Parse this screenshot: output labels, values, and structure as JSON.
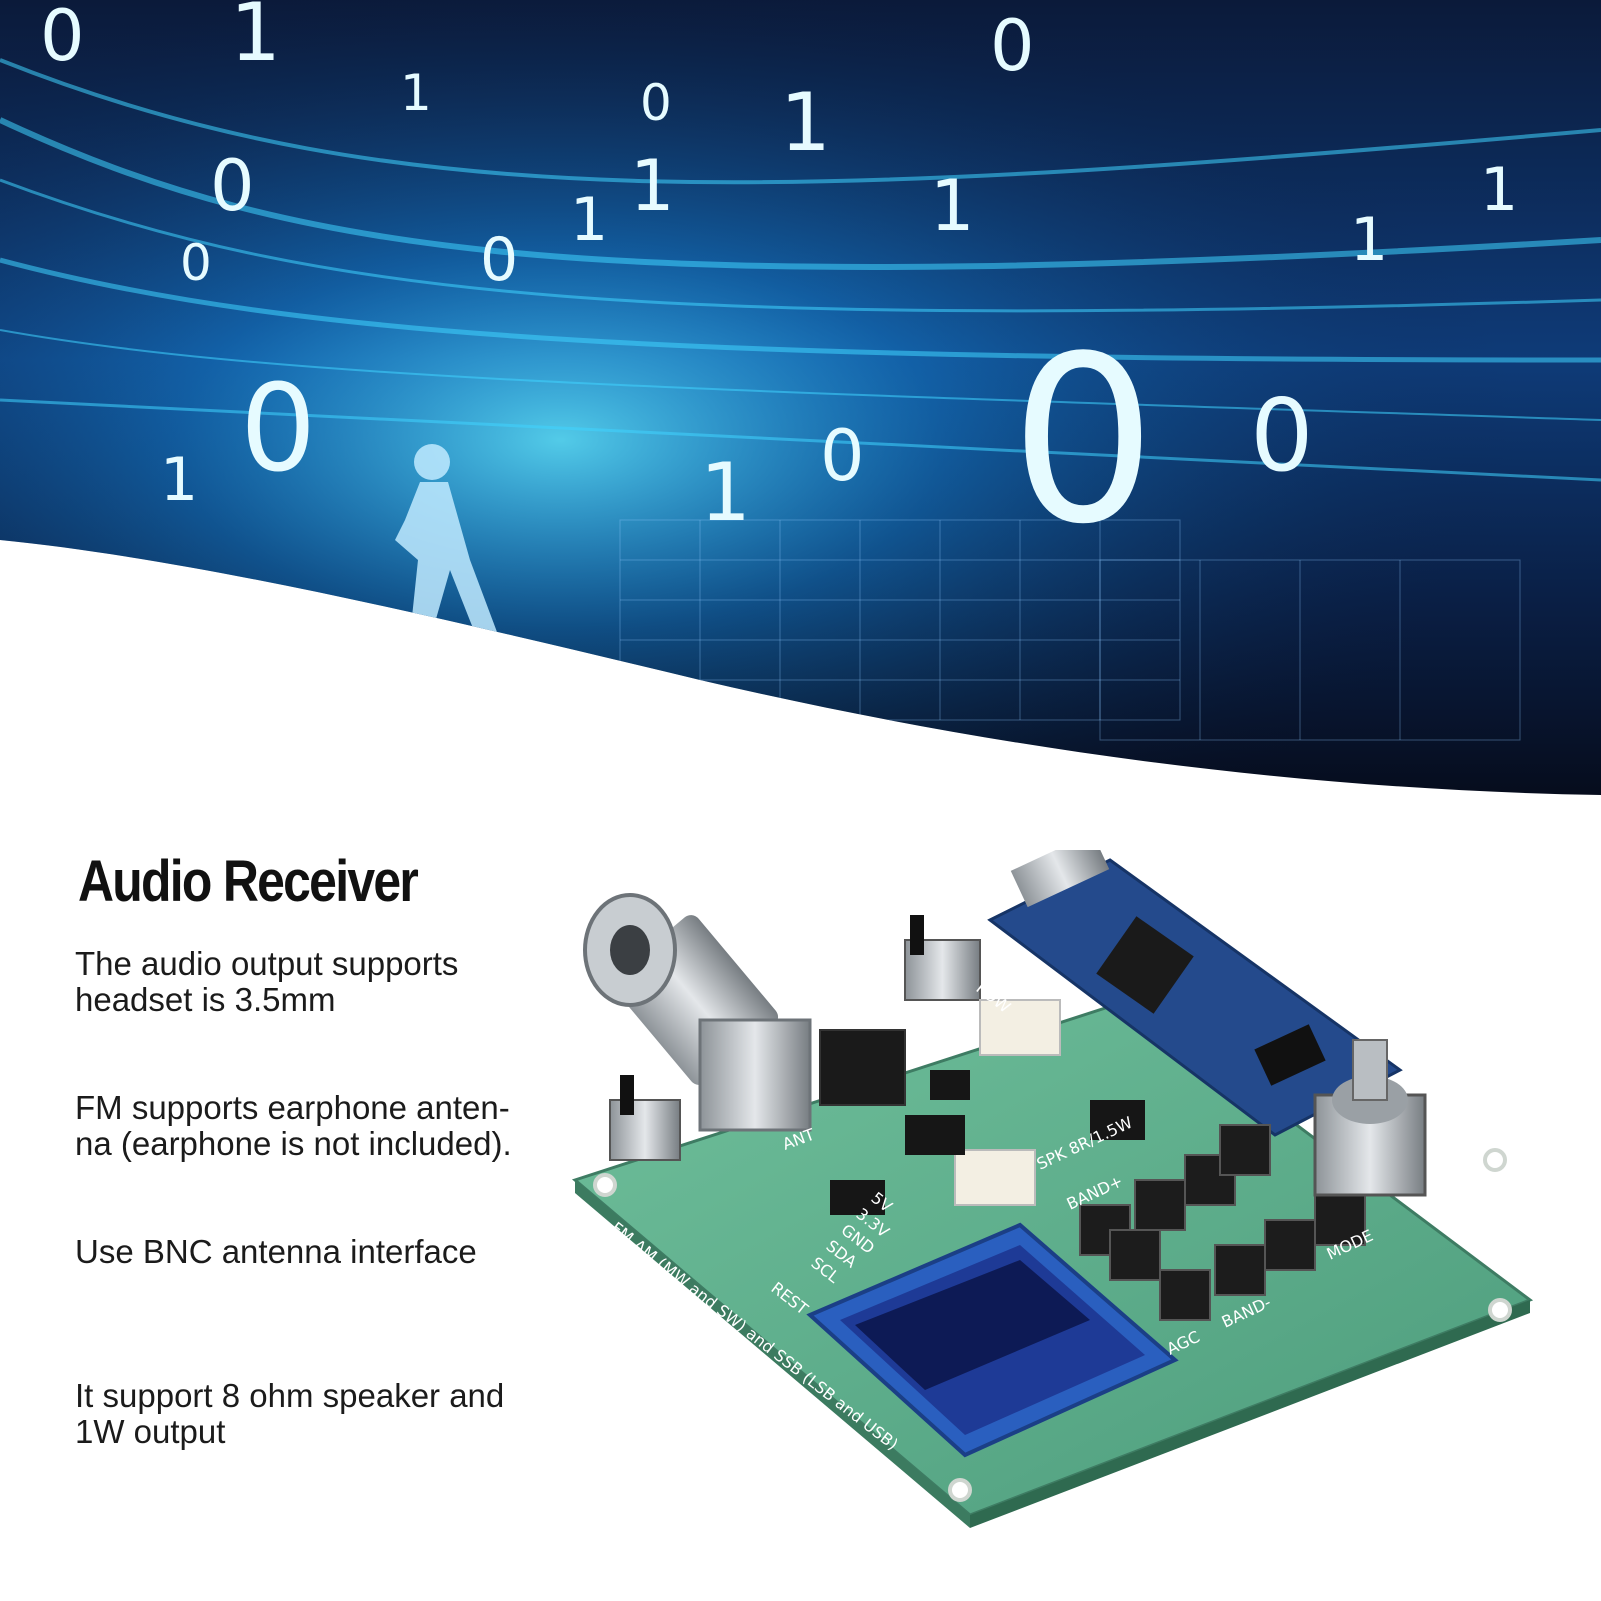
{
  "heading": "Audio Receiver",
  "features": [
    "The audio output supports\nheadset is 3.5mm",
    "FM supports earphone anten-\nna (earphone is not included).",
    "Use BNC antenna interface",
    "It support 8 ohm speaker and\n1W output"
  ],
  "hero": {
    "description_icon": "digital-data-tunnel-with-running-figure",
    "binary_glyphs": [
      "0",
      "1",
      "0",
      "1",
      "0",
      "0",
      "1",
      "0",
      "1",
      "1",
      "0",
      "1",
      "0",
      "0",
      "1",
      "0",
      "1",
      "0",
      "1",
      "1"
    ]
  },
  "board_silkscreen": {
    "mode_label": "FM AM (MW and SW) and SSB (LSB and USB)",
    "ant_label": "ANT",
    "spk_label": "SPK 8R/1.5W",
    "band_plus_label": "BAND+",
    "band_minus_label": "BAND-",
    "agc_label": "AGC",
    "mode_btn_label": "MODE",
    "rest_label": "REST",
    "scl_label": "SCL",
    "sda_label": "SDA",
    "gnd_label": "GND",
    "v33_label": "3.3V",
    "v5_label": "5V",
    "pow_label": "POW"
  },
  "colors": {
    "pcb_green": "#5fae8d",
    "nano_blue": "#244a8c",
    "oled_blue": "#1e3a96",
    "hero_cyan": "#27c8ff",
    "hero_dark": "#0a1428"
  }
}
